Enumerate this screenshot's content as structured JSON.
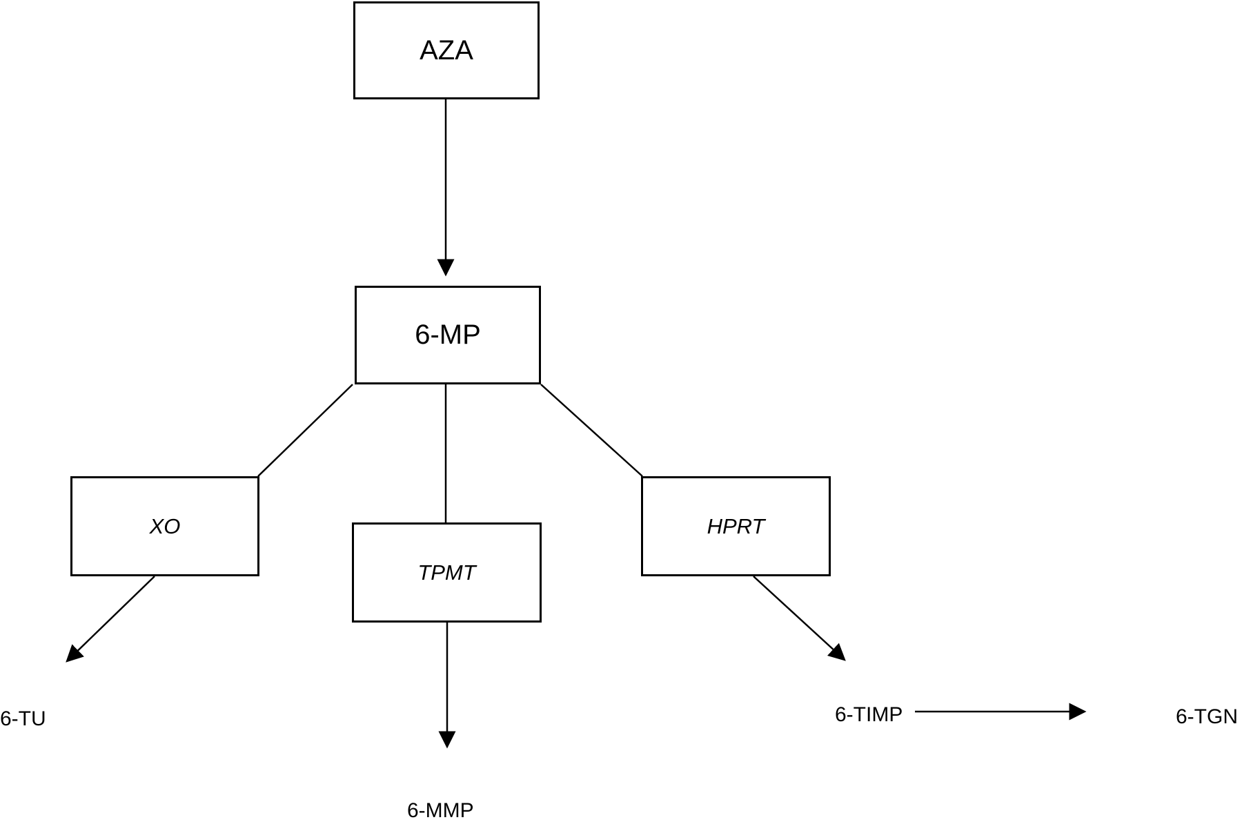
{
  "compounds": {
    "aza": "AZA",
    "mp": "6-MP",
    "tu": "6-TU",
    "mmp": "6-MMP",
    "timp": "6-TIMP",
    "tgn": "6-TGN"
  },
  "enzymes": {
    "xo": "XO",
    "tpmt": "TPMT",
    "hprt": "HPRT"
  },
  "colors": {
    "stroke": "#000000",
    "background": "#ffffff"
  }
}
